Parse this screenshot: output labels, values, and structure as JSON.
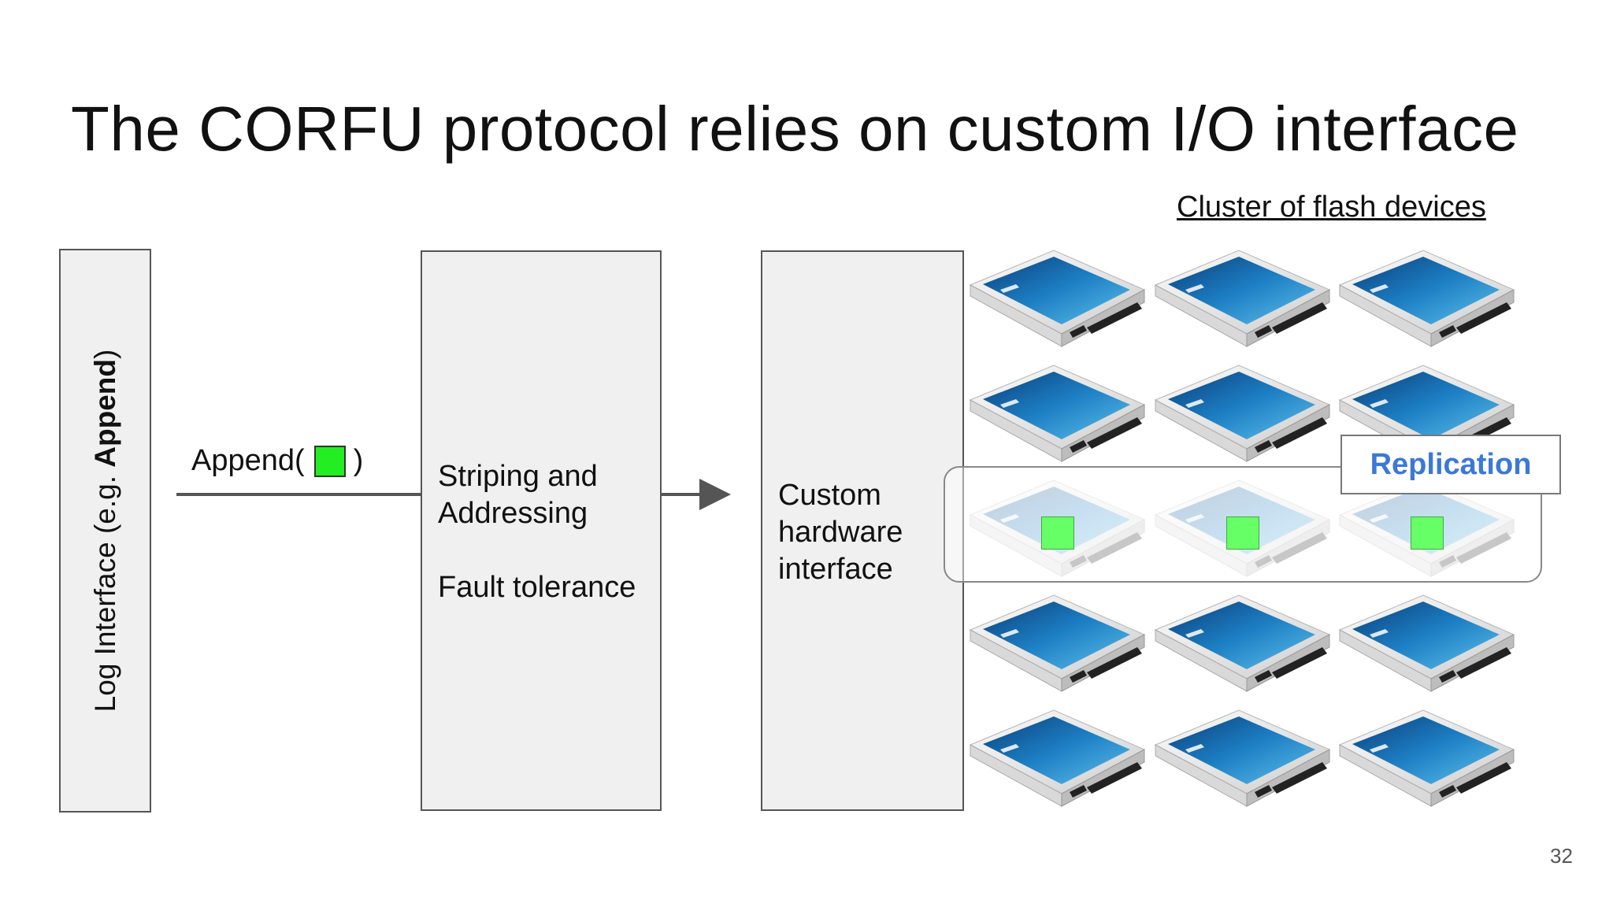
{
  "slide": {
    "title": "The CORFU protocol relies on custom I/O interface",
    "cluster_label": "Cluster of flash devices",
    "log_interface": {
      "prefix": "Log Interface (e.g. ",
      "bold": "Append",
      "suffix": ")"
    },
    "append_call": {
      "prefix": "Append(",
      "suffix": ")"
    },
    "striping": {
      "line1": "Striping and",
      "line2": "Addressing",
      "line3": "Fault tolerance"
    },
    "hardware": {
      "line1": "Custom",
      "line2": "hardware",
      "line3": "interface"
    },
    "replication_label": "Replication",
    "page_number": "32"
  },
  "colors": {
    "append_block": "#22ee22",
    "replica_block": "#66ff66",
    "replication_text": "#3b78d8",
    "box_fill": "#f0f0f0"
  },
  "ssd_grid": {
    "rows": 5,
    "cols": 3,
    "replicated_row": 3,
    "icon": "ssd-drive-icon"
  }
}
